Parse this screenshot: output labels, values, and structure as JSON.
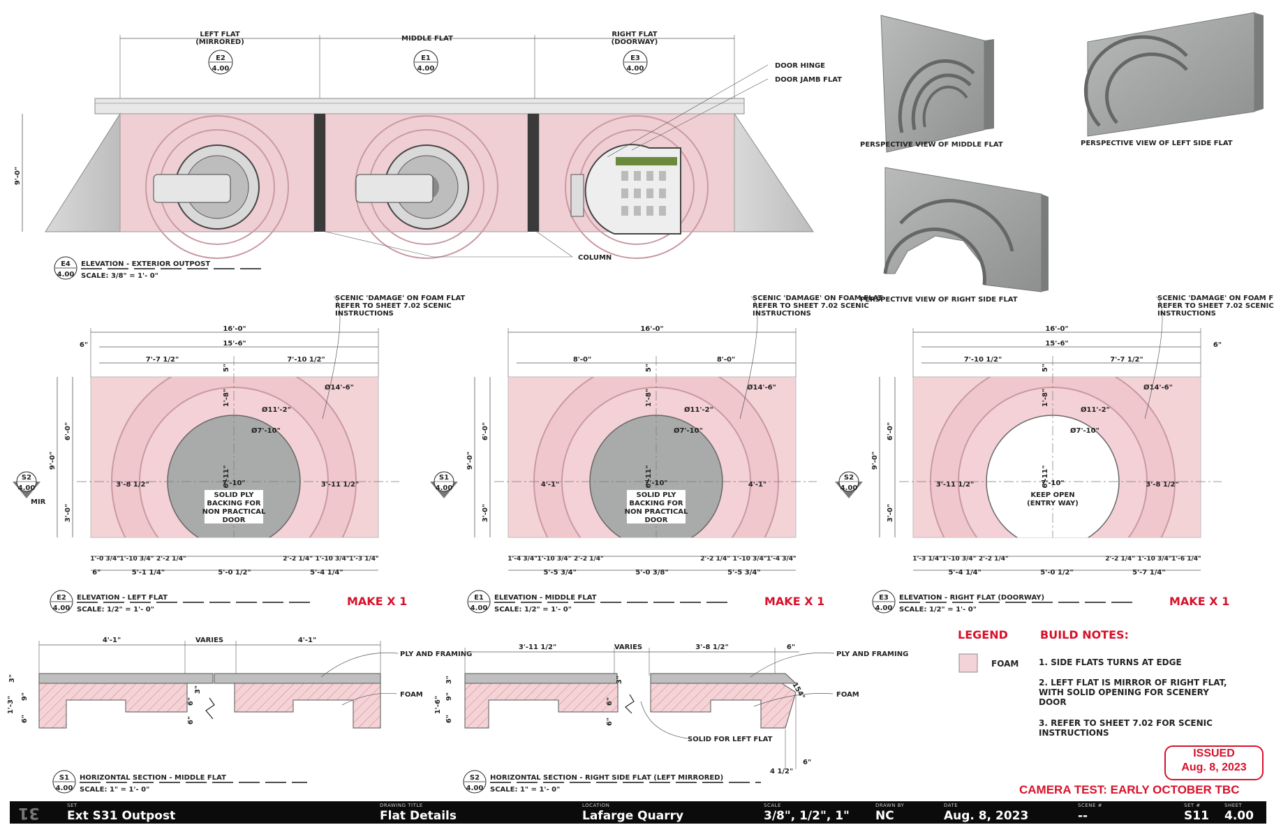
{
  "elevation_top": {
    "left_flat": "LEFT FLAT",
    "left_flat_sub": "(MIRRORED)",
    "middle_flat": "MIDDLE FLAT",
    "right_flat": "RIGHT FLAT",
    "right_flat_sub": "(DOORWAY)",
    "tags": [
      {
        "id": "E2",
        "sheet": "4.00"
      },
      {
        "id": "E1",
        "sheet": "4.00"
      },
      {
        "id": "E3",
        "sheet": "4.00"
      }
    ],
    "door_hinge": "DOOR HINGE",
    "door_jamb": "DOOR JAMB FLAT",
    "column": "COLUMN",
    "height": "9'-0\"",
    "title_id": "E4",
    "title_sheet": "4.00",
    "title": "ELEVATION - EXTERIOR OUTPOST",
    "scale": "SCALE: 3/8\" = 1'- 0\""
  },
  "perspectives": {
    "middle": "PERSPECTIVE VIEW OF MIDDLE FLAT",
    "left": "PERSPECTIVE VIEW OF LEFT SIDE  FLAT",
    "right": "PERSPECTIVE VIEW OF RIGHT SIDE  FLAT"
  },
  "scenic_note": [
    "SCENIC 'DAMAGE' ON FOAM FLAT",
    "REFER TO SHEET 7.02 SCENIC",
    "INSTRUCTIONS"
  ],
  "flats": [
    {
      "overall": "16'-0\"",
      "inner": "15'-6\"",
      "edge": "6\"",
      "half_left": "7'-7 1/2\"",
      "half_right": "7'-10 1/2\"",
      "d1": "Ø14'-6\"",
      "d2": "Ø11'-2\"",
      "d3": "Ø7'-10\"",
      "opening_w": "7'-10\"",
      "opening_h": "6'-11\"",
      "top_gap": "1'-8\"",
      "top_small": "5\"",
      "side_left": "3'-8 1/2\"",
      "side_right": "3'-11 1/2\"",
      "h_total": "9'-0\"",
      "h_upper": "6'-0\"",
      "h_lower": "3'-0\"",
      "note": [
        "SOLID PLY",
        "BACKING FOR",
        "NON PRACTICAL",
        "DOOR"
      ],
      "bottom": [
        "1'-0 3/4\"",
        "1'-10 3/4\"",
        "2'-2 1/4\"",
        "2'-2 1/4\"",
        "1'-10 3/4\"",
        "1'-3 1/4\""
      ],
      "bottom2": [
        "6\"",
        "5'-1 1/4\"",
        "5'-0 1/2\"",
        "5'-4 1/4\""
      ],
      "sec_id": "S2",
      "sec_sheet": "4.00",
      "sec_sub": "MIR",
      "title_id": "E2",
      "title_sheet": "4.00",
      "title": "ELEVATION - LEFT FLAT",
      "scale": "SCALE: 1/2\" = 1'- 0\"",
      "make": "MAKE X 1"
    },
    {
      "overall": "16'-0\"",
      "half_left": "8'-0\"",
      "half_right": "8'-0\"",
      "d1": "Ø14'-6\"",
      "d2": "Ø11'-2\"",
      "d3": "Ø7'-10\"",
      "opening_w": "7'-10\"",
      "opening_h": "6'-11\"",
      "top_gap": "1'-8\"",
      "top_small": "5\"",
      "side_left": "4'-1\"",
      "side_right": "4'-1\"",
      "h_total": "9'-0\"",
      "h_upper": "6'-0\"",
      "h_lower": "3'-0\"",
      "note": [
        "SOLID PLY",
        "BACKING FOR",
        "NON PRACTICAL",
        "DOOR"
      ],
      "bottom": [
        "1'-4 3/4\"",
        "1'-10 3/4\"",
        "2'-2 1/4\"",
        "2'-2 1/4\"",
        "1'-10 3/4\"",
        "1'-4 3/4\""
      ],
      "bottom2": [
        "5'-5 3/4\"",
        "5'-0 3/8\"",
        "5'-5 3/4\""
      ],
      "sec_id": "S1",
      "sec_sheet": "4.00",
      "title_id": "E1",
      "title_sheet": "4.00",
      "title": "ELEVATION - MIDDLE FLAT",
      "scale": "SCALE: 1/2\" = 1'- 0\"",
      "make": "MAKE X 1"
    },
    {
      "overall": "16'-0\"",
      "inner": "15'-6\"",
      "edge": "6\"",
      "half_left": "7'-10 1/2\"",
      "half_right": "7'-7 1/2\"",
      "d1": "Ø14'-6\"",
      "d2": "Ø11'-2\"",
      "d3": "Ø7'-10\"",
      "opening_w": "7'-10\"",
      "opening_h": "6'-11\"",
      "top_gap": "1'-8\"",
      "top_small": "5\"",
      "side_left": "3'-11 1/2\"",
      "side_right": "3'-8 1/2\"",
      "h_total": "9'-0\"",
      "h_upper": "6'-0\"",
      "h_lower": "3'-0\"",
      "note": [
        "KEEP OPEN",
        "(ENTRY WAY)"
      ],
      "bottom": [
        "1'-3 1/4\"",
        "1'-10 3/4\"",
        "2'-2 1/4\"",
        "2'-2 1/4\"",
        "1'-10 3/4\"",
        "1'-6 1/4\""
      ],
      "bottom2": [
        "5'-4 1/4\"",
        "5'-0 1/2\"",
        "5'-7 1/4\""
      ],
      "sec_id": "S2",
      "sec_sheet": "4.00",
      "title_id": "E3",
      "title_sheet": "4.00",
      "title": "ELEVATION - RIGHT FLAT (DOORWAY)",
      "scale": "SCALE: 1/2\" = 1'- 0\"",
      "make": "MAKE X 1"
    }
  ],
  "sections": [
    {
      "left_w": "4'-1\"",
      "varies": "VARIES",
      "right_w": "4'-1\"",
      "ply": "PLY AND FRAMING",
      "foam": "FOAM",
      "h_total": "1'-3\"",
      "h_top": "3\"",
      "h_mid": "9\"",
      "h_bot": "6\"",
      "gap_a": "3\"",
      "gap_b": "6\"",
      "gap_c": "6\"",
      "title_id": "S1",
      "title_sheet": "4.00",
      "title": "HORIZONTAL SECTION - MIDDLE FLAT",
      "scale": "SCALE: 1\" = 1'- 0\""
    },
    {
      "left_w": "3'-11 1/2\"",
      "varies": "VARIES",
      "right_w": "3'-8 1/2\"",
      "right_edge": "6\"",
      "ply": "PLY AND FRAMING",
      "foam": "FOAM",
      "solid": "SOLID FOR LEFT FLAT",
      "h_total": "1'-6\"",
      "h_top": "3\"",
      "h_mid": "9\"",
      "h_bot": "6\"",
      "gap_a": "3\"",
      "gap_b": "6\"",
      "gap_c": "6\"",
      "angle": "154°",
      "bot_a": "6\"",
      "bot_b": "4 1/2\"",
      "title_id": "S2",
      "title_sheet": "4.00",
      "title": "HORIZONTAL SECTION - RIGHT SIDE FLAT (LEFT MIRRORED)",
      "scale": "SCALE: 1\" = 1'- 0\""
    }
  ],
  "legend": {
    "title": "LEGEND",
    "foam": "FOAM",
    "foam_color": "#f4d3d7"
  },
  "build_notes": {
    "title": "BUILD NOTES:",
    "items": [
      [
        "1. SIDE FLATS TURNS AT EDGE"
      ],
      [
        "2. LEFT FLAT IS MIRROR OF RIGHT FLAT,",
        "WITH SOLID OPENING FOR SCENERY",
        "DOOR"
      ],
      [
        "3. REFER TO SHEET 7.02 FOR SCENIC",
        "INSTRUCTIONS"
      ]
    ]
  },
  "stamp": {
    "line1": "ISSUED",
    "line2": "Aug. 8, 2023"
  },
  "camera_test": "CAMERA TEST: EARLY OCTOBER TBC",
  "title_block": {
    "number": "31",
    "set_cap": "SET",
    "set": "Ext S31 Outpost",
    "drawing_cap": "DRAWING TITLE",
    "drawing": "Flat Details",
    "location_cap": "LOCATION",
    "location": "Lafarge Quarry",
    "scale_cap": "SCALE",
    "scale": "3/8\", 1/2\", 1\"",
    "drawn_cap": "DRAWN BY",
    "drawn": "NC",
    "date_cap": "DATE",
    "date": "Aug. 8, 2023",
    "scene_cap": "SCENE #",
    "scene": "--",
    "setno_cap": "SET #",
    "setno": "S11",
    "sheet_cap": "SHEET",
    "sheet": "4.00"
  },
  "colors": {
    "foam": "#f4d3d7",
    "concrete": "#a9abab",
    "accent": "#d8102a"
  }
}
